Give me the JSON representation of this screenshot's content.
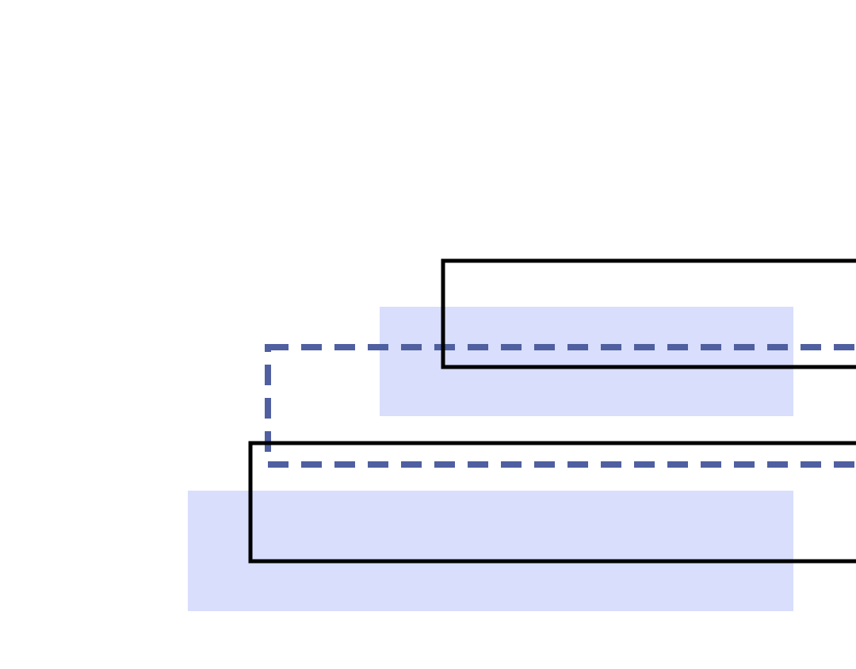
{
  "colors": {
    "background": "#ffffff",
    "fill_shape": "#d8defb",
    "dashed_outline": "#4f5fa0",
    "solid_outline": "#000000"
  },
  "shapes": [
    {
      "name": "fill-rect-upper",
      "style": "filled"
    },
    {
      "name": "fill-rect-lower",
      "style": "filled"
    },
    {
      "name": "dashed-rect",
      "style": "dashed-outline"
    },
    {
      "name": "outline-rect-upper",
      "style": "solid-outline"
    },
    {
      "name": "outline-rect-lower",
      "style": "solid-outline"
    }
  ]
}
